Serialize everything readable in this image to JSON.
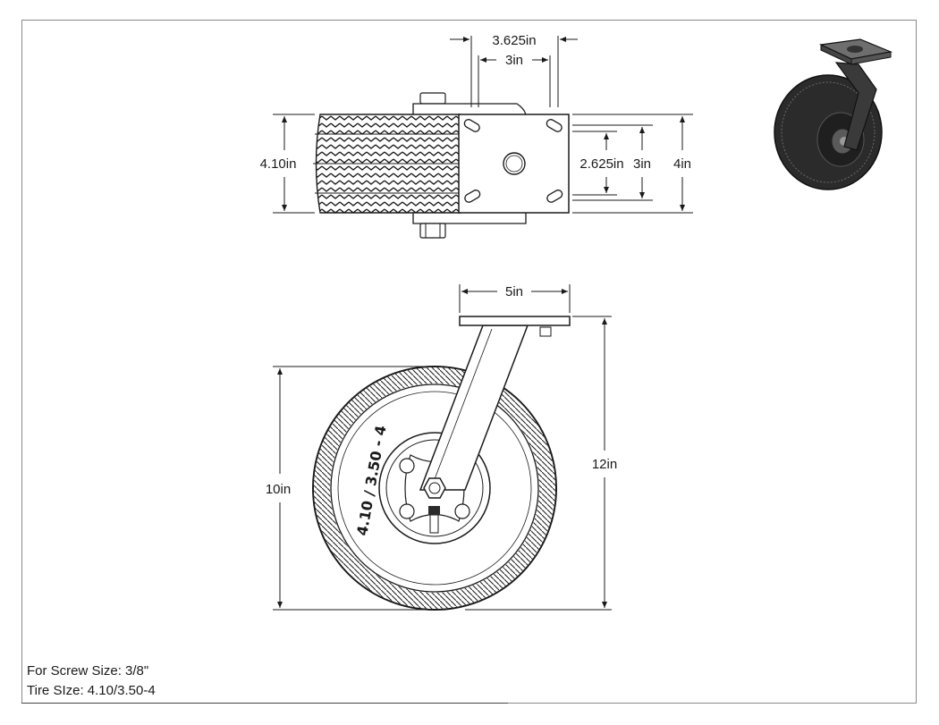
{
  "dimensions": {
    "top_overall_width": "3.625in",
    "top_hole_spacing_width": "3in",
    "top_wheel_width": "4.10in",
    "top_hole_spacing_height_inner": "2.625in",
    "top_hole_spacing_height": "3in",
    "top_plate_height": "4in",
    "side_plate_width": "5in",
    "side_wheel_diameter": "10in",
    "side_overall_height": "12in"
  },
  "tire_sidewall_text": "4.10 / 3.50 - 4",
  "notes": {
    "screw_size": "For Screw Size: 3/8\"",
    "tire_size": "Tire SIze: 4.10/3.50-4"
  },
  "colors": {
    "line": "#1a1a1a",
    "tire_dark": "#2b2b2b",
    "border": "#8a8a8a"
  }
}
